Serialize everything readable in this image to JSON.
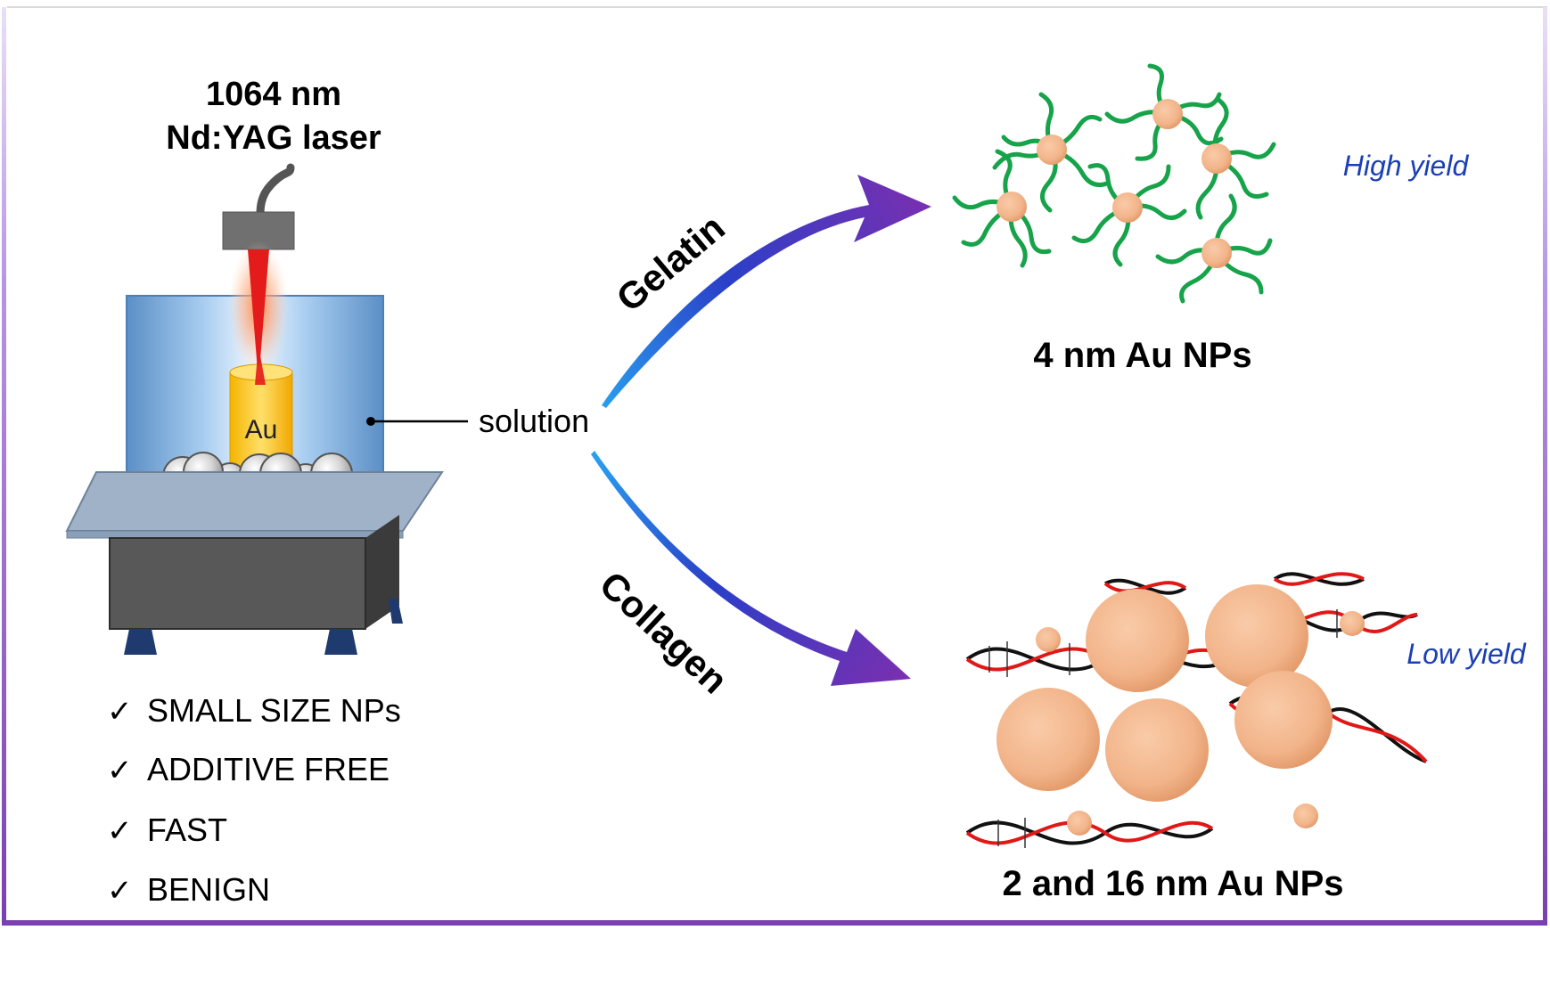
{
  "laser": {
    "wavelength_label": "1064 nm",
    "type_label": "Nd:YAG laser"
  },
  "target": {
    "label": "Au"
  },
  "solution_label": "solution",
  "checklist": [
    "SMALL SIZE NPs",
    "ADDITIVE FREE",
    "FAST",
    "BENIGN"
  ],
  "check_mark": "✓",
  "pathways": {
    "gelatin": {
      "label": "Gelatin",
      "product": "4 nm Au NPs",
      "yield": "High yield"
    },
    "collagen": {
      "label": "Collagen",
      "product": "2 and 16 nm Au NPs",
      "yield": "Low yield"
    }
  },
  "colors": {
    "frame_top": "#d6d6d6",
    "frame_side": "#9a6fd8",
    "frame_bottom": "#7a3fb0",
    "arrow_start": "#29a3f0",
    "arrow_mid": "#2a3fc8",
    "arrow_end": "#7b2fb0",
    "yield_text": "#1b3fb4",
    "polymer_green": "#16a34a",
    "particle_orange": "#f2b48a",
    "helix_red": "#e01818",
    "helix_black": "#111111",
    "container_blue": "#5b8fc6",
    "laser_red": "#e31b1b",
    "gold": "#f5b400",
    "stage_gray": "#4f4f4f",
    "feet_navy": "#1f3a6e"
  }
}
